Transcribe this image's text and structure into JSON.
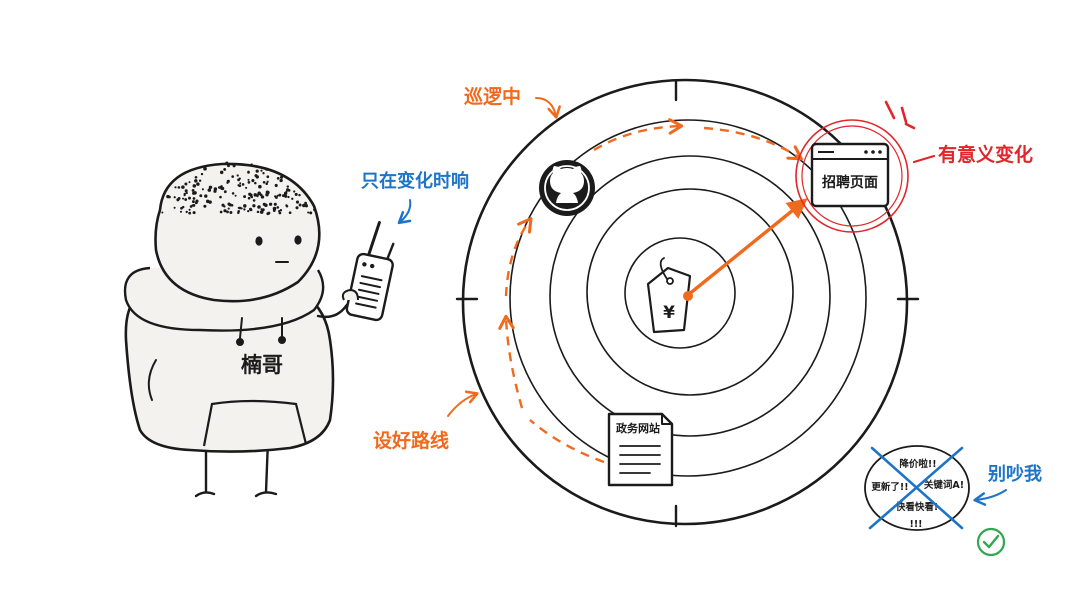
{
  "character": {
    "name": "楠哥"
  },
  "labels": {
    "patrolling": "巡逻中",
    "respond_on_change": "只在变化时响",
    "route_set": "设好路线",
    "meaningful_change": "有意义变化",
    "dont_disturb": "别吵我"
  },
  "targets": {
    "job_page": "招聘页面",
    "gov_site": "政务网站",
    "price_symbol": "¥"
  },
  "noise_bubble": {
    "messages": [
      "降价啦!!",
      "更新了!!",
      "关键词A!",
      "快看快看!",
      "!!!"
    ]
  },
  "colors": {
    "accent_orange": "#f06a1e",
    "accent_red": "#e0262b",
    "accent_blue": "#1d74c9",
    "accent_green": "#2fa84f",
    "ink": "#1b1b1b"
  }
}
